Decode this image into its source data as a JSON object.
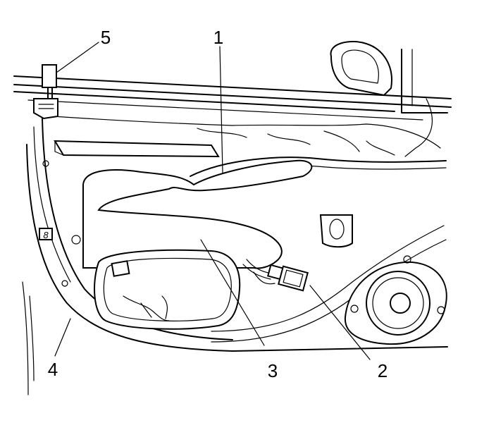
{
  "callouts": [
    {
      "label": "1"
    },
    {
      "label": "2"
    },
    {
      "label": "3"
    },
    {
      "label": "4"
    },
    {
      "label": "5"
    }
  ],
  "panel_badge": "8"
}
